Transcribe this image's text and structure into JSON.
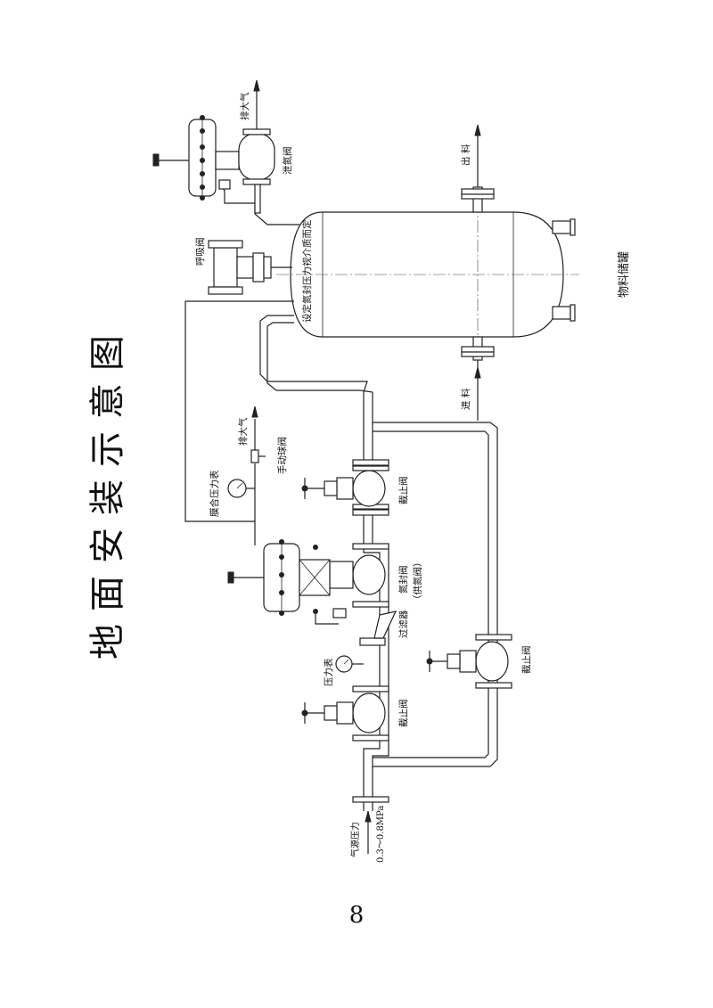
{
  "title": "地面安装示意图",
  "labels": {
    "exhaust_top": "排大气",
    "vent_valve": "泄氮阀",
    "outlet": "出 料",
    "inlet": "进 料",
    "tank": "物料储罐",
    "tank_note": "设定氮封压力视介质而定",
    "breather_valve": "呼吸阀",
    "exhaust_mid": "排大气",
    "manual_ball_valve": "手动球阀",
    "diaphragm_gauge": "膜合压力表",
    "stop_valve_upper": "截止阀",
    "nitrogen_valve": "氮封阀",
    "nitrogen_valve_sub": "（供氮阀）",
    "filter": "过滤器",
    "pressure_gauge": "压力表",
    "stop_valve_lower": "截止阀",
    "stop_valve_bypass": "截止阀",
    "source_pressure_1": "气源压力",
    "source_pressure_2": "0.3～0.8MPa"
  },
  "page_number": "8"
}
